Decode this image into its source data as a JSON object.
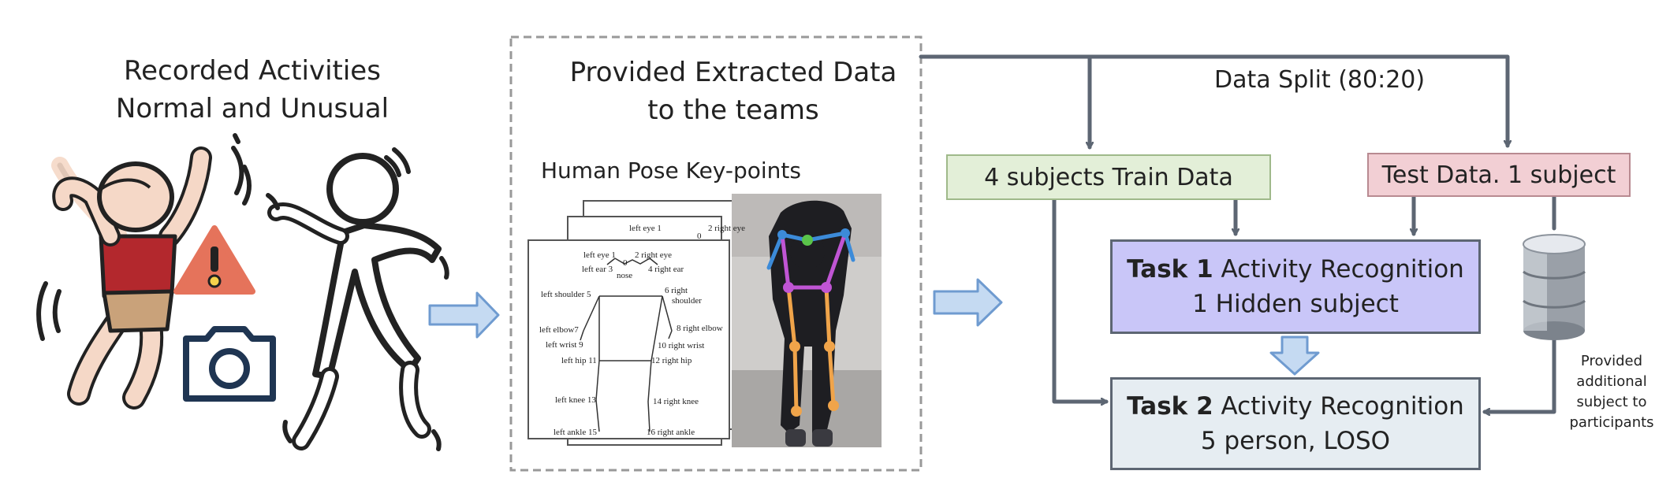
{
  "section_left": {
    "title_line1": "Recorded Activities",
    "title_line2": "Normal and Unusual"
  },
  "section_middle": {
    "title_line1": "Provided Extracted Data",
    "title_line2": "to the teams",
    "subtitle": "Human Pose Key-points",
    "keypoints": {
      "back_left_eye": "left eye 1",
      "back_zero": "0",
      "back_right_eye": "2  right eye",
      "left_eye": "left eye 1",
      "right_eye": "2  right eye",
      "zero": "0",
      "left_ear": "left ear 3",
      "nose": "nose",
      "right_ear": "4  right ear",
      "left_shoulder": "left shoulder 5",
      "right_shoulder_a": "6  right",
      "right_shoulder_b": "shoulder",
      "left_elbow": "left elbow7",
      "right_elbow": "8 right elbow",
      "left_wrist": "left wrist  9",
      "right_wrist": "10  right wrist",
      "left_hip": "left hip 11",
      "right_hip": "12  right hip",
      "left_knee": "left knee 13",
      "right_knee": "14  right knee",
      "left_ankle": "left ankle 15",
      "right_ankle": "16 right ankle"
    }
  },
  "section_right": {
    "split_label": "Data Split (80:20)",
    "train_box": "4 subjects Train Data",
    "test_box": "Test Data. 1 subject",
    "task1_bold": "Task 1",
    "task1_rest": " Activity Recognition",
    "task1_line2": "1 Hidden subject",
    "task2_bold": "Task 2",
    "task2_rest": " Activity Recognition",
    "task2_line2": "5 person, LOSO",
    "note_line1": "Provided",
    "note_line2": "additional",
    "note_line3": "subject to",
    "note_line4": "participants"
  },
  "colors": {
    "connector": "#5d6673",
    "train_fill": "#e3efd8",
    "train_border": "#9fb98a",
    "test_fill": "#f2cfd4",
    "test_border": "#b88a91",
    "task1_fill": "#c9c6f8",
    "task2_fill": "#e6edf2",
    "task_border": "#5d6673",
    "flow_arrow_fill": "#c5daf2",
    "flow_arrow_stroke": "#6f9bd0",
    "warning": "#e5735b",
    "shirt": "#b3282d",
    "skin": "#f5d8c7",
    "shorts": "#c9a27a"
  }
}
